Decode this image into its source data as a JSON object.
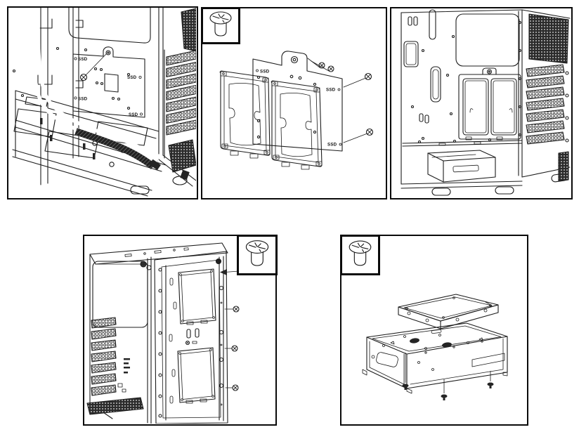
{
  "page": {
    "background": "#ffffff",
    "line_color": "#1c1c1c",
    "border_color": "#0a0a0a"
  },
  "labels": {
    "ssd": "SSD"
  },
  "panels": {
    "p1": {
      "ssd_labels": [
        "SSD",
        "SSD",
        "SSD",
        "SSD"
      ]
    },
    "p2": {
      "ssd_labels": [
        "SSD",
        "SSD",
        "SSD"
      ]
    },
    "p3": {
      "ssd_labels": []
    },
    "p4": {
      "ssd_labels": []
    },
    "p5": {
      "ssd_labels": []
    }
  },
  "icons": {
    "screw": "phillips-round-head-screw-icon"
  }
}
